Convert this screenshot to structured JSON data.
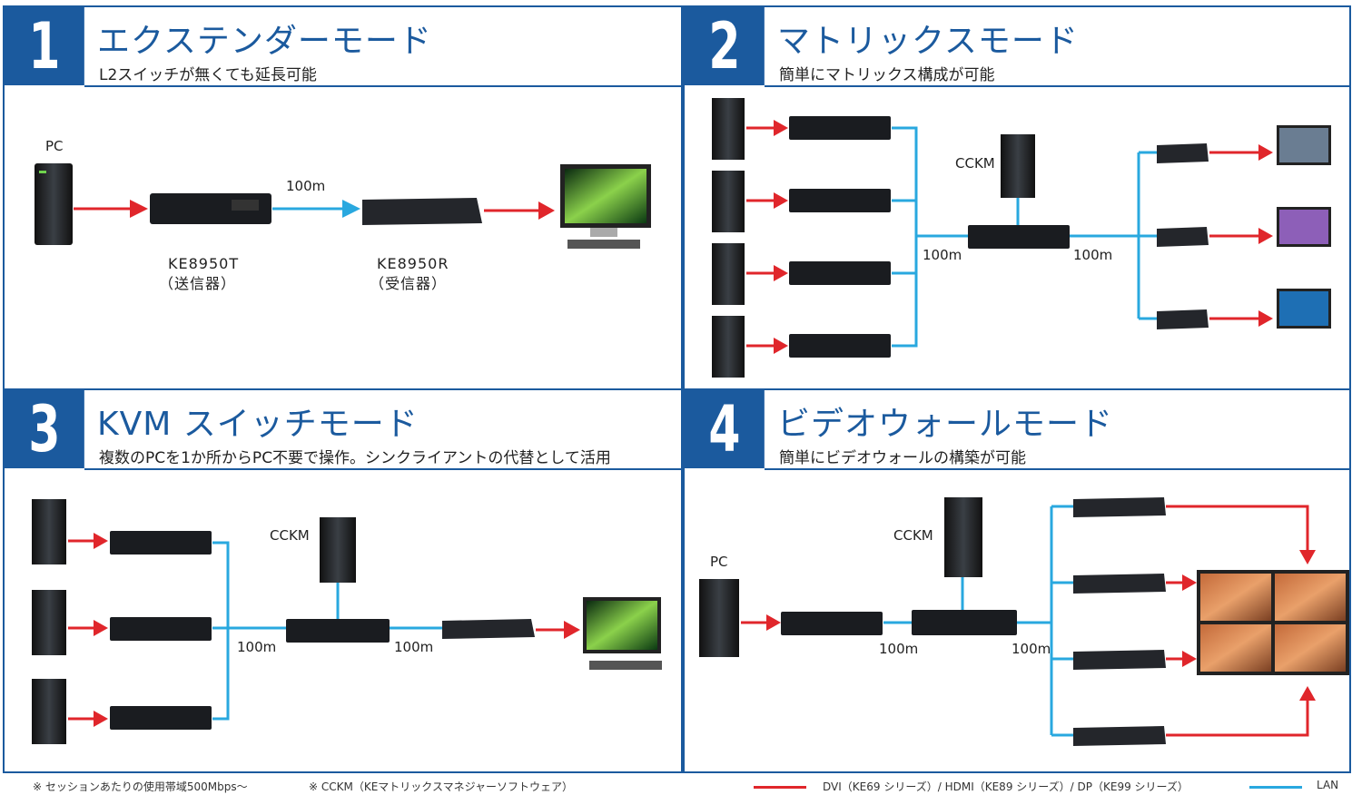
{
  "panels": [
    {
      "number": "1",
      "title": "エクステンダーモード",
      "subtitle": "L2スイッチが無くても延長可能",
      "labels": {
        "pc": "PC",
        "distance": "100m",
        "tx_model": "KE8950T",
        "tx_role": "（送信器）",
        "rx_model": "KE8950R",
        "rx_role": "（受信器）"
      }
    },
    {
      "number": "2",
      "title": "マトリックスモード",
      "subtitle": "簡単にマトリックス構成が可能",
      "labels": {
        "cckm": "CCKM",
        "dist_left": "100m",
        "dist_right": "100m"
      }
    },
    {
      "number": "3",
      "title": "KVM スイッチモード",
      "subtitle": "複数のPCを1か所からPC不要で操作。シンクライアントの代替として活用",
      "labels": {
        "cckm": "CCKM",
        "dist_left": "100m",
        "dist_right": "100m"
      }
    },
    {
      "number": "4",
      "title": "ビデオウォールモード",
      "subtitle": "簡単にビデオウォールの構築が可能",
      "labels": {
        "pc": "PC",
        "cckm": "CCKM",
        "dist_left": "100m",
        "dist_right": "100m"
      }
    }
  ],
  "footer": {
    "note1": "※ セッションあたりの使用帯域500Mbps〜",
    "note2": "※ CCKM（KEマトリックスマネジャーソフトウェア）",
    "legend_video": "DVI（KE69 シリーズ）/ HDMI（KE89 シリーズ）/ DP（KE99 シリーズ）",
    "legend_lan": "LAN"
  },
  "colors": {
    "brand_blue": "#1b5a9e",
    "video_line": "#e0262b",
    "lan_line": "#29a8df"
  }
}
